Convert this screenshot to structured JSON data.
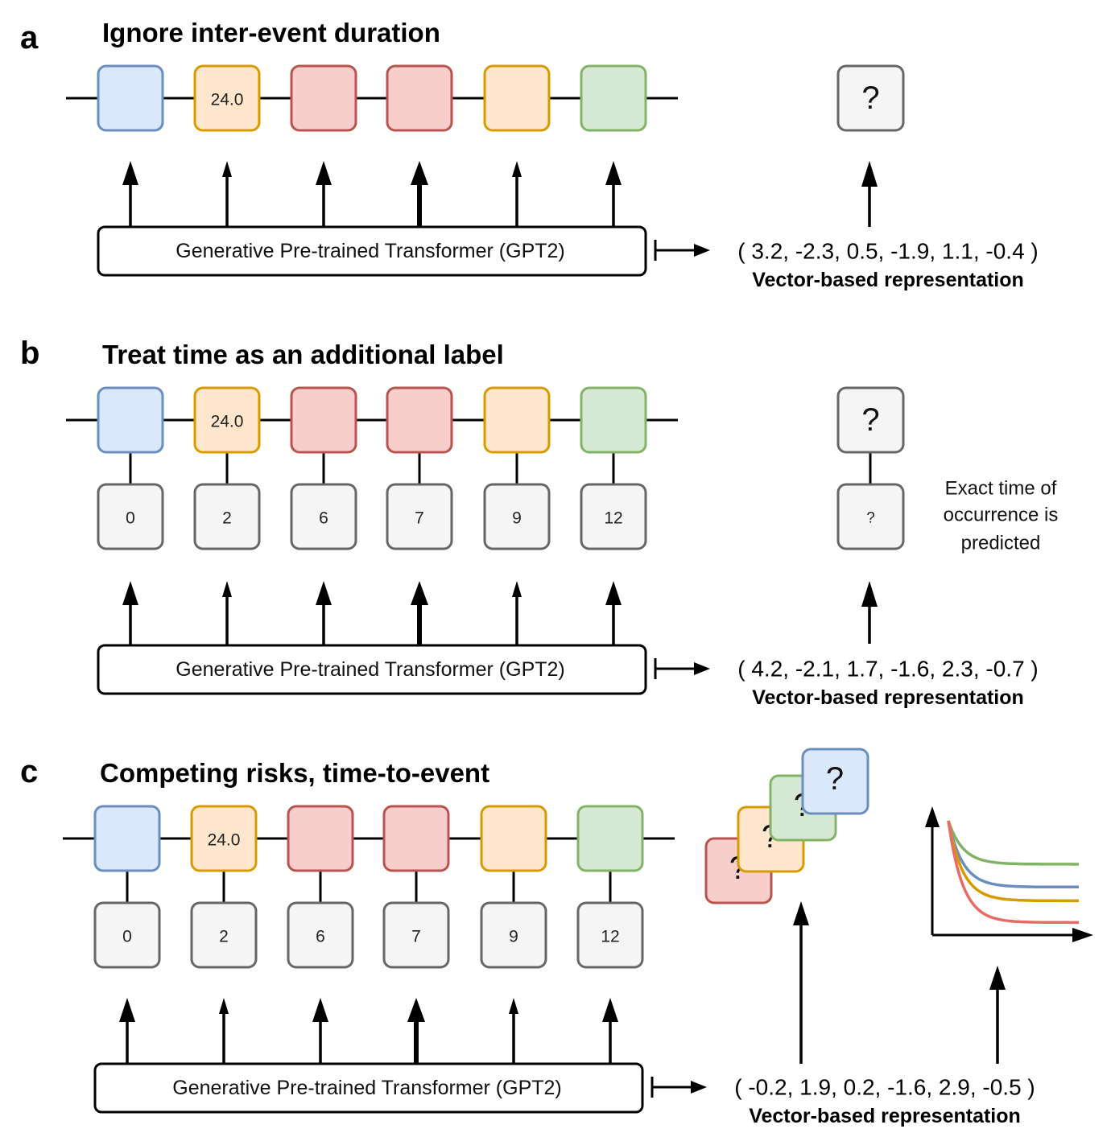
{
  "colors": {
    "blue": {
      "fill": "#dae8fc",
      "stroke": "#6c8ebf"
    },
    "orange": {
      "fill": "#ffe6cc",
      "stroke": "#d79b00"
    },
    "red": {
      "fill": "#f8cecc",
      "stroke": "#b85450"
    },
    "green": {
      "fill": "#d5e8d4",
      "stroke": "#82b366"
    },
    "gray": {
      "fill": "#f5f5f5",
      "stroke": "#666666"
    },
    "curve_green": "#82b366",
    "curve_blue": "#6c8ebf",
    "curve_orange": "#d79b00",
    "curve_red": "#ea6b66"
  },
  "event_colors": [
    "blue",
    "orange",
    "red",
    "red",
    "orange",
    "green"
  ],
  "arrow_weights": [
    "normal",
    "thin",
    "normal",
    "bold",
    "thin",
    "normal"
  ],
  "panels": {
    "a": {
      "letter": "a",
      "title": "Ignore inter-event duration",
      "event_labels": [
        "",
        "24.0",
        "",
        "",
        "",
        ""
      ],
      "question_mark": "?",
      "model_label": "Generative Pre-trained Transformer (GPT2)",
      "vector": "( 3.2, -2.3, 0.5, -1.9, 1.1, -0.4 )",
      "vector_label": "Vector-based representation"
    },
    "b": {
      "letter": "b",
      "title": "Treat time as an additional label",
      "event_labels": [
        "",
        "24.0",
        "",
        "",
        "",
        ""
      ],
      "times": [
        "0",
        "2",
        "6",
        "7",
        "9",
        "12"
      ],
      "question_mark": "?",
      "time_question_mark": "?",
      "note_lines": [
        "Exact time of",
        "occurrence is",
        "predicted"
      ],
      "model_label": "Generative Pre-trained Transformer (GPT2)",
      "vector": "( 4.2, -2.1, 1.7, -1.6, 2.3, -0.7 )",
      "vector_label": "Vector-based representation"
    },
    "c": {
      "letter": "c",
      "title": "Competing risks, time-to-event",
      "event_labels": [
        "",
        "24.0",
        "",
        "",
        "",
        ""
      ],
      "times": [
        "0",
        "2",
        "6",
        "7",
        "9",
        "12"
      ],
      "stack_question_marks": [
        "?",
        "?",
        "?",
        "?"
      ],
      "model_label": "Generative Pre-trained Transformer (GPT2)",
      "vector": "( -0.2, 1.9, 0.2, -1.6, 2.9, -0.5 )",
      "vector_label": "Vector-based representation",
      "curves": [
        {
          "color": "green",
          "level": 0.62
        },
        {
          "color": "blue",
          "level": 0.42
        },
        {
          "color": "orange",
          "level": 0.3
        },
        {
          "color": "red",
          "level": 0.11
        }
      ]
    }
  }
}
